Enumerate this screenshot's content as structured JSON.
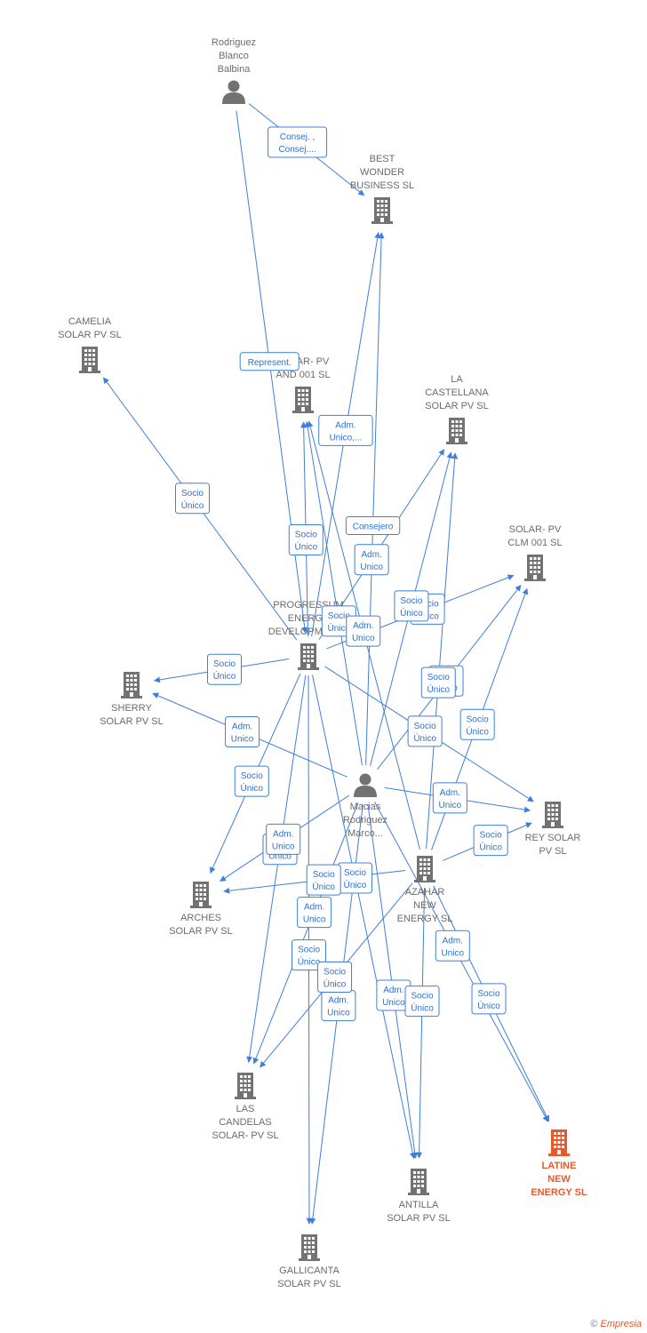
{
  "colors": {
    "edge": "#3f7fd9",
    "company": "#727272",
    "highlight": "#e8582a",
    "label": "#6b6b6b"
  },
  "nodes": [
    {
      "id": "rodriguez",
      "type": "person",
      "lines": [
        "Rodriguez",
        "Blanco",
        "Balbina"
      ]
    },
    {
      "id": "best",
      "type": "company",
      "lines": [
        "BEST",
        "WONDER",
        "BUSINESS SL"
      ]
    },
    {
      "id": "camelia",
      "type": "company",
      "lines": [
        "CAMELIA",
        "SOLAR PV SL"
      ]
    },
    {
      "id": "solarand",
      "type": "company",
      "lines": [
        "SOLAR- PV",
        "AND 001 SL"
      ]
    },
    {
      "id": "castellana",
      "type": "company",
      "lines": [
        "LA",
        "CASTELLANA",
        "SOLAR PV SL"
      ]
    },
    {
      "id": "clm",
      "type": "company",
      "lines": [
        "SOLAR- PV",
        "CLM 001 SL"
      ]
    },
    {
      "id": "progressum",
      "type": "company",
      "lines": [
        "PROGRESSUM",
        "ENERGY",
        "DEVELOPMENTS"
      ]
    },
    {
      "id": "sherry",
      "type": "company",
      "lines": [
        "SHERRY",
        "SOLAR PV SL"
      ]
    },
    {
      "id": "macias",
      "type": "person",
      "lines": [
        "Macias",
        "Rodriguez",
        "Marco..."
      ]
    },
    {
      "id": "rey",
      "type": "company",
      "lines": [
        "REY SOLAR",
        "PV SL"
      ]
    },
    {
      "id": "azahar",
      "type": "company",
      "lines": [
        "AZAHAR",
        "NEW",
        "ENERGY SL"
      ]
    },
    {
      "id": "arches",
      "type": "company",
      "lines": [
        "ARCHES",
        "SOLAR PV SL"
      ]
    },
    {
      "id": "candelas",
      "type": "company",
      "lines": [
        "LAS",
        "CANDELAS",
        "SOLAR- PV SL"
      ]
    },
    {
      "id": "antilla",
      "type": "company",
      "lines": [
        "ANTILLA",
        "SOLAR PV SL"
      ]
    },
    {
      "id": "latine",
      "type": "company",
      "highlight": true,
      "lines": [
        "LATINE",
        "NEW",
        "ENERGY SL"
      ]
    },
    {
      "id": "gallicanta",
      "type": "company",
      "lines": [
        "GALLICANTA",
        "SOLAR PV SL"
      ]
    }
  ],
  "edges": [
    {
      "from": "rodriguez",
      "to": "best",
      "label": [
        "Consej. ,",
        "Consej...."
      ]
    },
    {
      "from": "rodriguez",
      "to": "progressum",
      "label": [
        "Represent."
      ]
    },
    {
      "from": "progressum",
      "to": "camelia",
      "label": [
        "Socio",
        "Único"
      ]
    },
    {
      "from": "progressum",
      "to": "solarand",
      "label": [
        "Socio",
        "Único"
      ]
    },
    {
      "from": "progressum",
      "to": "best",
      "label": [
        "Adm.",
        "Unico,..."
      ]
    },
    {
      "from": "progressum",
      "to": "castellana",
      "label": [
        "Adm.",
        "Unico"
      ]
    },
    {
      "from": "progressum",
      "to": "sherry",
      "label": [
        "Socio",
        "Único"
      ]
    },
    {
      "from": "progressum",
      "to": "arches",
      "label": [
        "Socio",
        "Único"
      ]
    },
    {
      "from": "progressum",
      "to": "candelas",
      "label": [
        "Socio",
        "Único"
      ]
    },
    {
      "from": "progressum",
      "to": "gallicanta",
      "label": [
        "Socio",
        "Único"
      ]
    },
    {
      "from": "progressum",
      "to": "antilla",
      "label": [
        "Socio",
        "Único"
      ]
    },
    {
      "from": "progressum",
      "to": "rey",
      "label": [
        "Socio",
        "Único"
      ]
    },
    {
      "from": "progressum",
      "to": "clm",
      "label": [
        "Socio",
        "Único"
      ]
    },
    {
      "from": "macias",
      "to": "best",
      "label": [
        "Consejero"
      ]
    },
    {
      "from": "macias",
      "to": "castellana",
      "label": [
        "Socio",
        "Único"
      ]
    },
    {
      "from": "macias",
      "to": "solarand",
      "label": [
        "Socio",
        "Único"
      ]
    },
    {
      "from": "macias",
      "to": "clm",
      "label": [
        "Adm.",
        "Unico"
      ]
    },
    {
      "from": "macias",
      "to": "sherry",
      "label": [
        "Adm.",
        "Unico"
      ]
    },
    {
      "from": "macias",
      "to": "rey",
      "label": [
        "Adm.",
        "Unico"
      ]
    },
    {
      "from": "macias",
      "to": "arches",
      "label": [
        "Adm.",
        "Unico"
      ]
    },
    {
      "from": "macias",
      "to": "candelas",
      "label": [
        "Adm.",
        "Unico"
      ]
    },
    {
      "from": "macias",
      "to": "gallicanta",
      "label": [
        "Adm.",
        "Unico"
      ]
    },
    {
      "from": "macias",
      "to": "antilla",
      "label": [
        "Adm.",
        "Unico"
      ]
    },
    {
      "from": "macias",
      "to": "latine",
      "label": [
        "Adm.",
        "Unico"
      ]
    },
    {
      "from": "azahar",
      "to": "solarand",
      "label": [
        "Adm.",
        "Unico"
      ]
    },
    {
      "from": "azahar",
      "to": "castellana",
      "label": [
        "Socio",
        "Único"
      ]
    },
    {
      "from": "azahar",
      "to": "clm",
      "label": [
        "Socio",
        "Único"
      ]
    },
    {
      "from": "azahar",
      "to": "rey",
      "label": [
        "Socio",
        "Único"
      ]
    },
    {
      "from": "azahar",
      "to": "arches",
      "label": [
        "Socio",
        "Único"
      ]
    },
    {
      "from": "azahar",
      "to": "candelas",
      "label": [
        "Socio",
        "Único"
      ]
    },
    {
      "from": "azahar",
      "to": "antilla",
      "label": [
        "Socio",
        "Único"
      ]
    },
    {
      "from": "azahar",
      "to": "latine",
      "label": [
        "Socio",
        "Único"
      ]
    }
  ],
  "footer": {
    "copyright": "©",
    "brand": "Empresia"
  }
}
